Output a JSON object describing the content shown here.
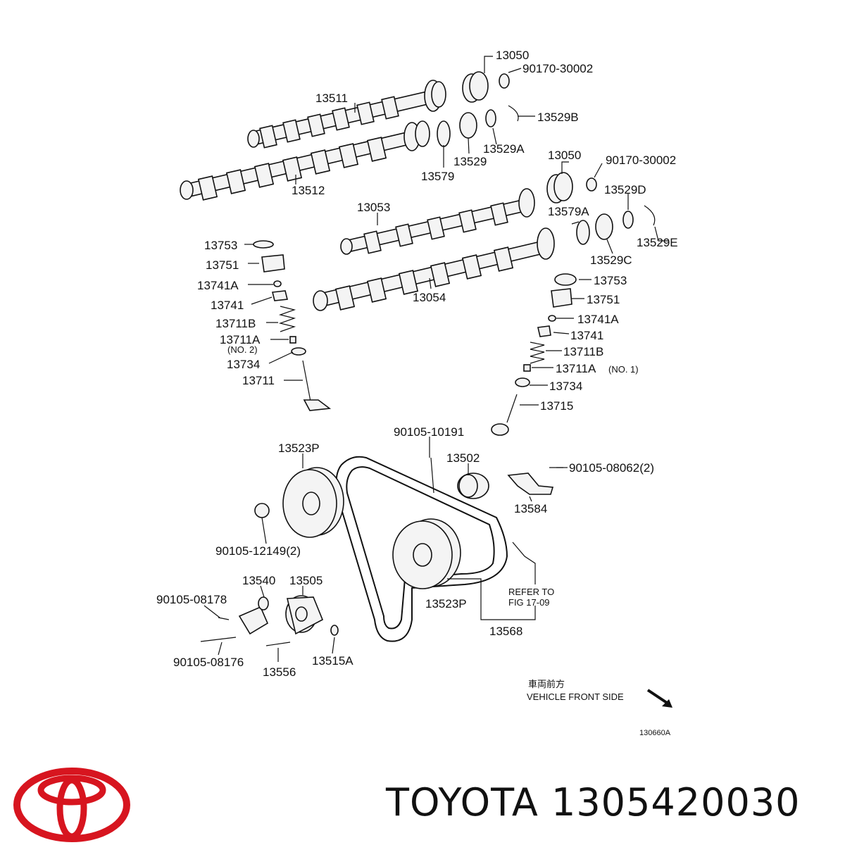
{
  "diagram": {
    "labels": {
      "l13050a": "13050",
      "l90170a": "90170-30002",
      "l13511": "13511",
      "l13529B": "13529B",
      "l13529A": "13529A",
      "l13529": "13529",
      "l13579": "13579",
      "l13512": "13512",
      "l13050b": "13050",
      "l90170b": "90170-30002",
      "l13529D": "13529D",
      "l13053": "13053",
      "l13579A": "13579A",
      "l13529E": "13529E",
      "l13529C": "13529C",
      "l13054": "13054",
      "l13753L": "13753",
      "l13751L": "13751",
      "l13741AL": "13741A",
      "l13741L": "13741",
      "l13711BL": "13711B",
      "l13711AL": "13711A",
      "lno2": "(NO. 2)",
      "l13734L": "13734",
      "l13711": "13711",
      "l13753R": "13753",
      "l13751R": "13751",
      "l13741AR": "13741A",
      "l13741R": "13741",
      "l13711BR": "13711B",
      "l13711AR": "13711A",
      "lno1": "(NO. 1)",
      "l13734R": "13734",
      "l13715": "13715",
      "l90105_10191": "90105-10191",
      "l13523Pa": "13523P",
      "l13502": "13502",
      "l90105_08062": "90105-08062(2)",
      "l13584": "13584",
      "l90105_12149": "90105-12149(2)",
      "l13540": "13540",
      "l13505": "13505",
      "l90105_08178": "90105-08178",
      "l13523Pb": "13523P",
      "l13568": "13568",
      "l90105_08176": "90105-08176",
      "l13556": "13556",
      "l13515A": "13515A",
      "refer1": "REFER TO",
      "refer2": "FIG 17-09",
      "front_jp": "車両前方",
      "front_en": "VEHICLE FRONT SIDE",
      "fig_id": "130660A"
    }
  },
  "brand": {
    "text": "TOYOTA 1305420030",
    "logo_color": "#d7151f"
  }
}
